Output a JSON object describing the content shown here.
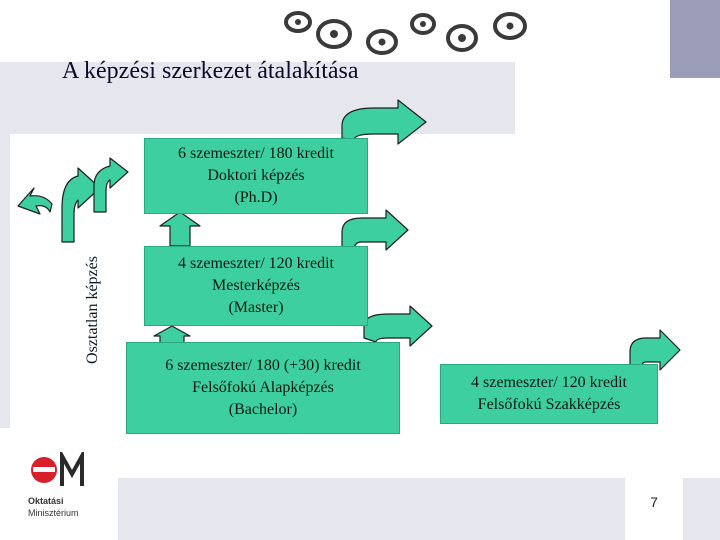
{
  "title": "A képzési szerkezet átalakítása",
  "vertical_label": "Osztatlan képzés",
  "boxes": {
    "phd": [
      "6 szemeszter/ 180 kredit",
      "Doktori képzés",
      "(Ph.D)"
    ],
    "master": [
      "4 szemeszter/ 120 kredit",
      "Mesterképzés",
      "(Master)"
    ],
    "bachelor": [
      "6 szemeszter/ 180 (+30) kredit",
      "Felsőfokú Alapképzés",
      "(Bachelor)"
    ],
    "vocational": [
      "4 szemeszter/ 120 kredit",
      "Felsőfokú Szakképzés"
    ]
  },
  "logo": {
    "mark": "OM",
    "line1": "Oktatási",
    "line2": "Minisztérium"
  },
  "page_number": "7",
  "colors": {
    "box_fill": "#3ecfa0",
    "arrow_fill": "#3ecfa0",
    "band": "#e6e7ee",
    "accent_bar": "#9a9cb8",
    "logo_red": "#d8202a"
  }
}
